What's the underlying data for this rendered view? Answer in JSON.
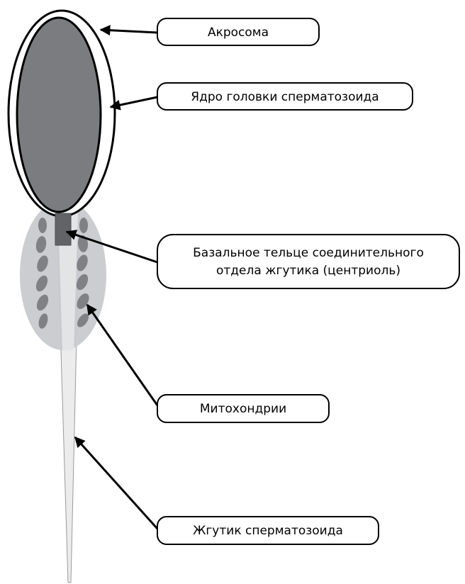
{
  "labels": {
    "acrosome": "Акросома",
    "nucleus": "Ядро головки сперматозоида",
    "basal_body_line1": "Базальное тельце соединительного",
    "basal_body_line2": "отдела жгутика (центриоль)",
    "mitochondria": "Митохондрии",
    "flagellum": "Жгутик сперматозоида"
  },
  "colors": {
    "nucleus": "#7a7c80",
    "midpiece": "#c5c8cc",
    "mitochondrion": "#7f8185",
    "centriole": "#5f6164",
    "flagellum": "#e9eaeb",
    "outline": "#000000"
  }
}
